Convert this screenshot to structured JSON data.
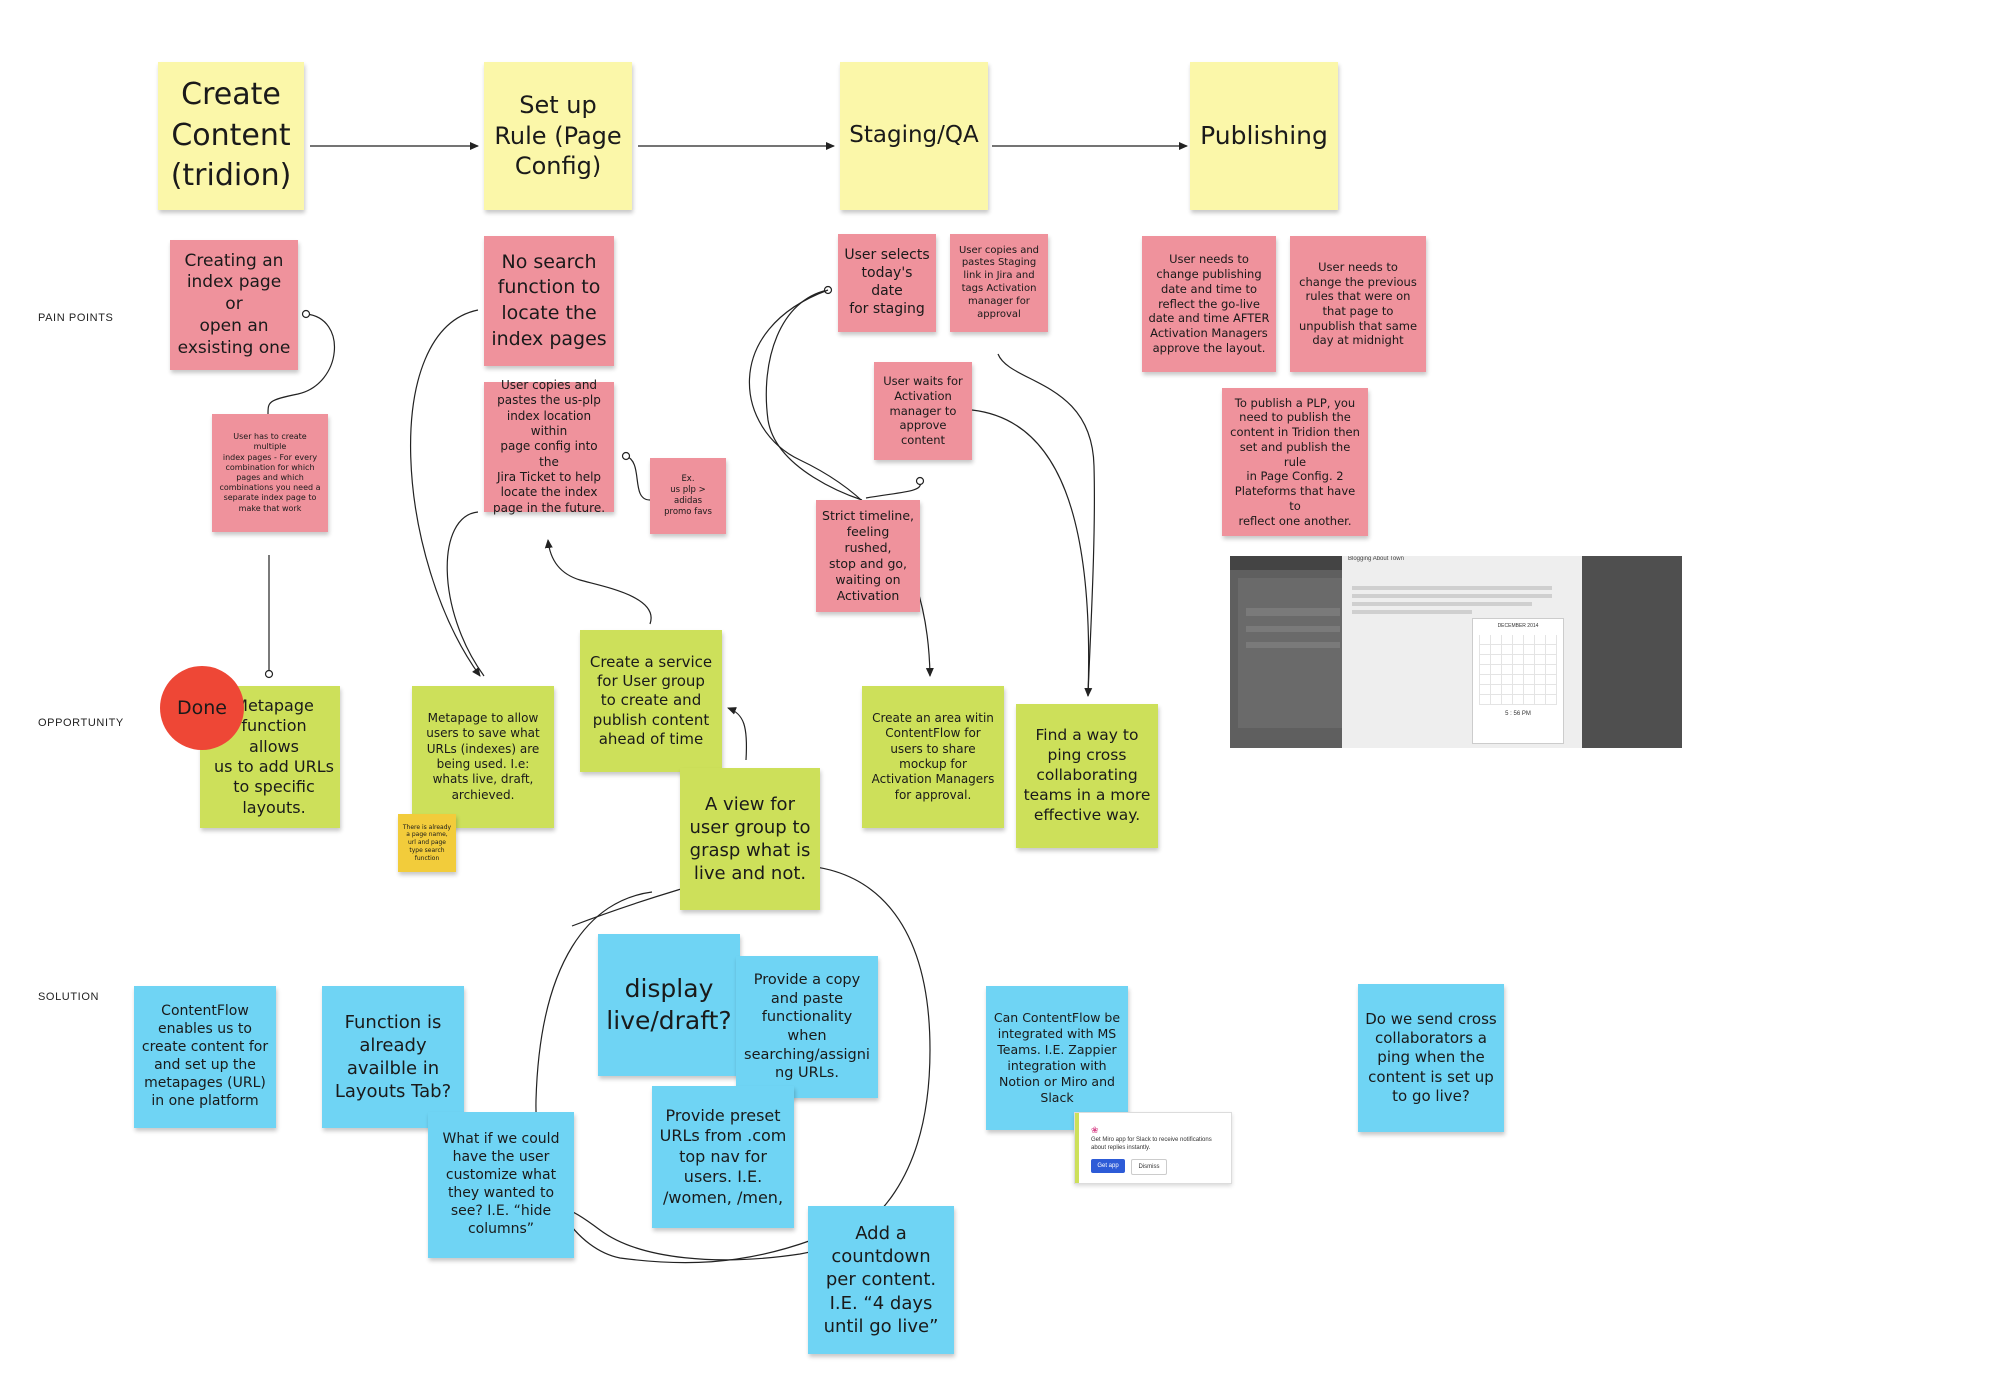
{
  "rows": {
    "pain_points": "PAIN POINTS",
    "opportunity": "OPPORTUNITY",
    "solution": "SOLUTION"
  },
  "stages": {
    "create": "Create\nContent\n(tridion)",
    "setup": "Set up\nRule (Page\nConfig)",
    "staging": "Staging/QA",
    "publishing": "Publishing"
  },
  "pain": {
    "p1": "Creating an\nindex page or\nopen an\nexsisting one",
    "p2": "User has to create multiple\nindex pages - For every\ncombination for which\npages and which\ncombinations you need a\nseparate index page to\nmake that work",
    "p3": "No search\nfunction to\nlocate the\nindex pages",
    "p4": "User copies and\npastes the us-plp\nindex location within\npage config into the\nJira Ticket to help\nlocate the index\npage in the future.",
    "p5": "Ex.\nus plp > adidas\npromo favs",
    "p6": "User selects\ntoday's date\nfor staging",
    "p7": "User copies and\npastes Staging\nlink in Jira and\ntags Activation\nmanager for\napproval",
    "p8": "User waits for\nActivation\nmanager to\napprove\ncontent",
    "p9": "Strict timeline,\nfeeling rushed,\nstop and go,\nwaiting on\nActivation",
    "p10": "User needs to\nchange publishing\ndate and time to\nreflect the go-live\ndate and time AFTER\nActivation Managers\napprove the layout.",
    "p11": "User needs to\nchange the previous\nrules that were on\nthat page to\nunpublish that same\nday at midnight",
    "p12": "To publish a PLP, you\nneed to publish the\ncontent in Tridion then\nset and publish the rule\nin Page Config. 2\nPlateforms that have to\nreflect one another."
  },
  "opportunity": {
    "o1": "Metapage\nfunction allows\nus to add URLs\nto specific\nlayouts.",
    "o2": "Metapage to allow\nusers to save what\nURLs (indexes) are\nbeing used. I.e:\nwhats live, draft,\narchieved.",
    "o2b": "There is already\na page name,\nurl and page\ntype search\nfunction",
    "o3": "Create a service\nfor User group\nto create and\npublish content\nahead of time",
    "o4": "A view for\nuser group to\ngrasp what is\nlive and not.",
    "o5": "Create an area witin\nContentFlow for\nusers to share\nmockup for\nActivation Managers\nfor approval.",
    "o6": "Find a way to\nping cross\ncollaborating\nteams in a more\neffective way."
  },
  "done_label": "Done",
  "solution": {
    "s1": "ContentFlow\nenables us to\ncreate content for\nand set up the\nmetapages (URL)\nin one platform",
    "s2": "Function is\nalready\navailble in\nLayouts Tab?",
    "s3": "What if we could\nhave the user\ncustomize what\nthey wanted to\nsee? I.E. “hide\ncolumns”",
    "s4": "display\nlive/draft?",
    "s5": "Provide a copy\nand paste\nfunctionality\nwhen\nsearching/assigni\nng URLs.",
    "s6": "Provide preset\nURLs from .com\ntop nav for\nusers. I.E.\n/women, /men,",
    "s7": "Add a\ncountdown\nper content.\nI.E. “4 days\nuntil go live”",
    "s8": "Can ContentFlow be\nintegrated with MS\nTeams. I.E. Zappier\nintegration with\nNotion or Miro and\nSlack",
    "s9": "Do we send cross\ncollaborators a\nping when the\ncontent is set up\nto go live?"
  },
  "slack_card": {
    "text": "Get Miro app for Slack to receive notifications about replies instantly.",
    "primary": "Get app",
    "secondary": "Dismiss"
  },
  "screenshot": {
    "header": "Blogging About Town",
    "month": "DECEMBER 2014",
    "time": "5 : 56   PM"
  },
  "colors": {
    "yellow": "#fbf7a9",
    "pink": "#ef929c",
    "green": "#cde05a",
    "blue": "#6fd4f4",
    "gold": "#f2cc3b",
    "done_red": "#ee4736"
  }
}
